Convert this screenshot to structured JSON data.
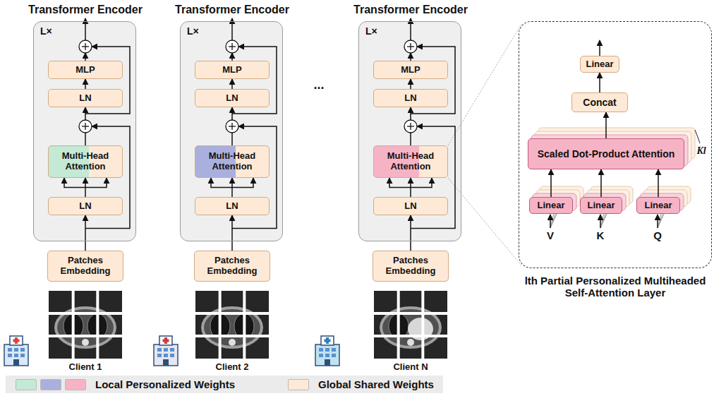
{
  "diagram": {
    "nodes": [
      {
        "text": [
          "L×"
        ]
      },
      {
        "text": [
          "MLP"
        ],
        "in": 0
      },
      {
        "text": [
          "LN"
        ],
        "in": 0
      },
      {
        "text": [
          "Multi-Head Attention"
        ],
        "in": 0
      },
      {
        "text": [
          "LN"
        ],
        "in": 0
      },
      {
        "text": [
          "Patches Embedding"
        ]
      },
      {
        "text": [
          "L×"
        ]
      },
      {
        "text": [
          "MLP"
        ],
        "in": 6
      },
      {
        "text": [
          "LN"
        ],
        "in": 6
      },
      {
        "text": [
          "Multi-Head Attention"
        ],
        "in": 6
      },
      {
        "text": [
          "LN"
        ],
        "in": 6
      },
      {
        "text": [
          "Patches Embedding"
        ]
      },
      {
        "text": [
          "L×"
        ]
      },
      {
        "text": [
          "MLP"
        ],
        "in": 12
      },
      {
        "text": [
          "LN"
        ],
        "in": 12
      },
      {
        "text": [
          "Multi-Head Attention"
        ],
        "in": 12
      },
      {
        "text": [
          "LN"
        ],
        "in": 12
      },
      {
        "text": [
          "Patches Embedding"
        ]
      },
      {
        "text": [
          "lth Partial Personalized Multiheaded Self-Attention Layer"
        ]
      },
      {
        "text": [
          "Linear"
        ],
        "in": 18
      },
      {
        "text": [
          "Concat"
        ],
        "in": 18
      },
      {
        "text": [
          "Scaled Dot-Product Attention"
        ],
        "in": 18
      },
      {
        "text": [
          "Linear"
        ],
        "in": 18
      },
      {
        "text": [
          "Linear"
        ],
        "in": 18
      },
      {
        "text": [
          "Linear"
        ],
        "in": 18
      }
    ],
    "edges": [
      {
        "from": 5,
        "to": 4,
        "arrow": "to"
      },
      {
        "from": 4,
        "to": 3,
        "arrow": "to"
      },
      {
        "from": 3,
        "to": 2,
        "arrow": "to"
      },
      {
        "from": 2,
        "to": 1,
        "arrow": "to"
      },
      {
        "from": 11,
        "to": 10,
        "arrow": "to"
      },
      {
        "from": 10,
        "to": 9,
        "arrow": "to"
      },
      {
        "from": 9,
        "to": 8,
        "arrow": "to"
      },
      {
        "from": 8,
        "to": 7,
        "arrow": "to"
      },
      {
        "from": 17,
        "to": 16,
        "arrow": "to"
      },
      {
        "from": 16,
        "to": 15,
        "arrow": "to"
      },
      {
        "from": 15,
        "to": 14,
        "arrow": "to"
      },
      {
        "from": 14,
        "to": 13,
        "arrow": "to"
      },
      {
        "from": 22,
        "to": 21,
        "arrow": "to"
      },
      {
        "from": 23,
        "to": 21,
        "arrow": "to"
      },
      {
        "from": 24,
        "to": 21,
        "arrow": "to"
      },
      {
        "from": 21,
        "to": 20,
        "arrow": "to"
      },
      {
        "from": 20,
        "to": 19,
        "arrow": "to"
      }
    ],
    "labels": [
      "Transformer Encoder",
      "Transformer Encoder",
      "Transformer Encoder",
      "Client 1",
      "Client 2",
      "Client N",
      "...",
      "V",
      "K",
      "Q",
      "Kl"
    ],
    "legend": [
      {
        "text": "Local Personalized Weights",
        "color": "#c4e9d4"
      },
      {
        "text": "Global Shared Weights",
        "color": "#fde9d5"
      }
    ]
  }
}
